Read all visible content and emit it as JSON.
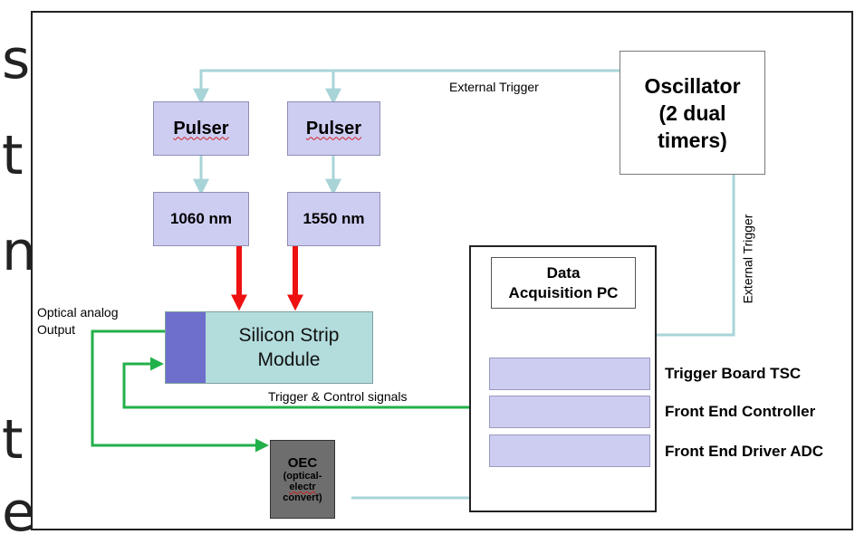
{
  "slide_letters": [
    "s",
    "t",
    "n",
    "t",
    "e"
  ],
  "diagram": {
    "oscillator": {
      "line1": "Oscillator",
      "line2": "(2 dual",
      "line3": "timers)"
    },
    "external_trigger_top": "External Trigger",
    "external_trigger_side": "External Trigger",
    "pulser_left": "Pulser",
    "pulser_right": "Pulser",
    "laser_left": "1060 nm",
    "laser_right": "1550 nm",
    "module": {
      "line1": "Silicon Strip",
      "line2": "Module"
    },
    "optical_output": {
      "line1": "Optical analog",
      "line2": "Output"
    },
    "trigger_control": "Trigger & Control signals",
    "daq": {
      "line1": "Data",
      "line2": "Acquisition  PC"
    },
    "boards": [
      "Trigger Board TSC",
      "Front End Controller",
      "Front End Driver ADC"
    ],
    "oec": {
      "line1": "OEC",
      "line2": "(optical-",
      "line3": "electr",
      "line4": "convert)"
    }
  },
  "colors": {
    "box_fill": "#cdcdf2",
    "connector_blue": "#a8d4d8",
    "arrow_red": "#ee1111",
    "signal_green": "#22b04a",
    "module_fill": "#b3dcdc",
    "module_tab": "#6e6ecc",
    "oec_fill": "#6e6e6e"
  }
}
